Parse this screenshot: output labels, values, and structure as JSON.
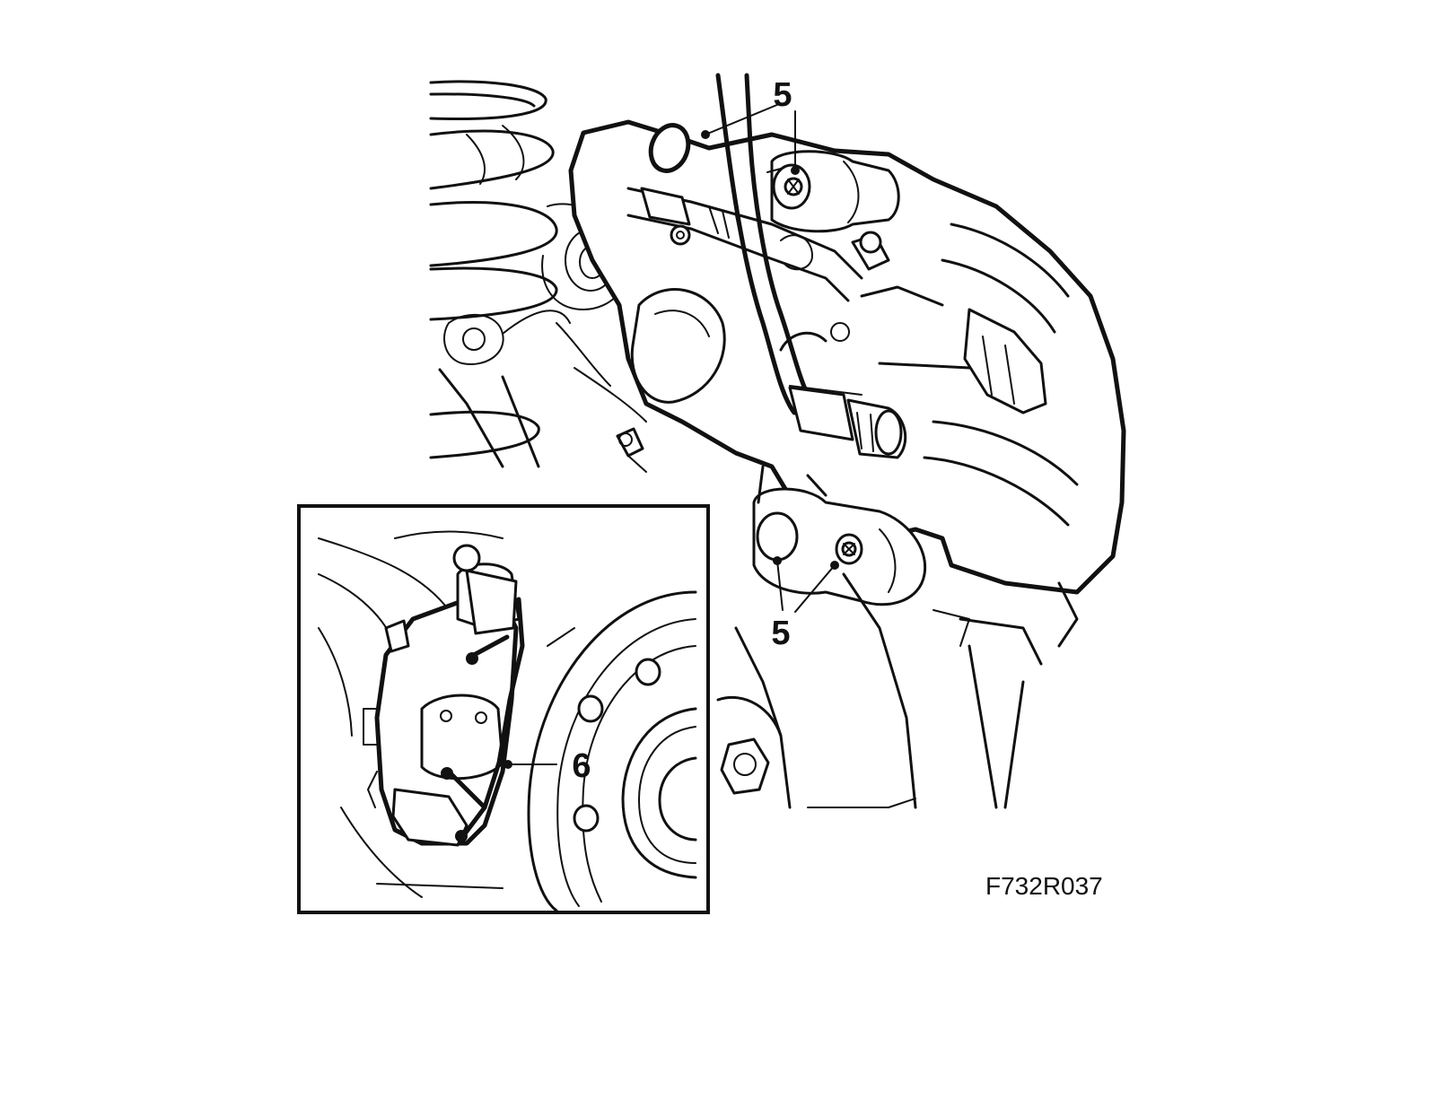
{
  "figure": {
    "code": "F732R037",
    "callouts": {
      "top_bolt": "5",
      "lower_bolts": "5",
      "inset_spring": "6"
    },
    "line_color": "#111111",
    "background_color": "#ffffff"
  }
}
